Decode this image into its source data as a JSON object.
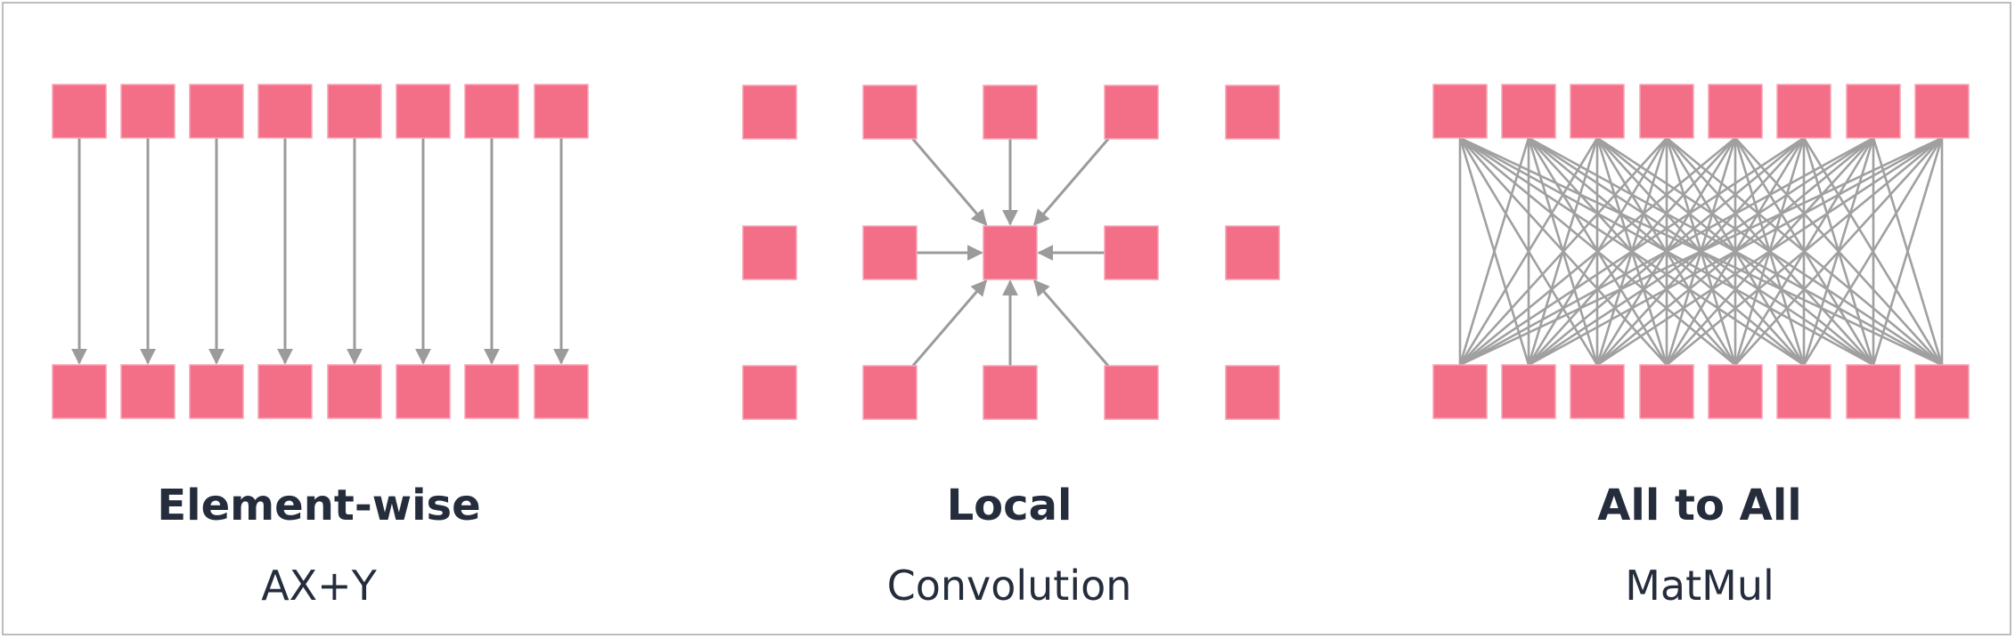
{
  "panels": [
    {
      "title": "Element-wise",
      "subtitle": "AX+Y"
    },
    {
      "title": "Local",
      "subtitle": "Convolution"
    },
    {
      "title": "All to All",
      "subtitle": "MatMul"
    }
  ],
  "colors": {
    "node": "#f36f88",
    "edge": "#9b9b9b",
    "text": "#252d3d"
  }
}
